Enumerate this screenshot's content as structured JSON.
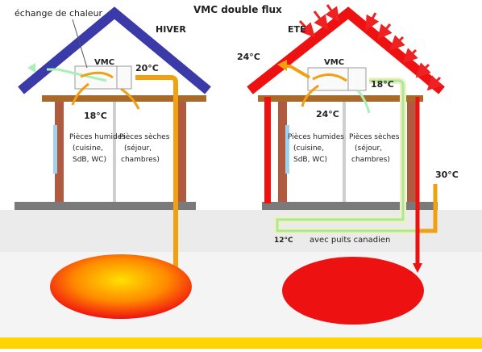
{
  "title": "VMC double flux",
  "heat_exchange_label": "échange de chaleur",
  "winter": {
    "season": "HIVER",
    "vmc": "VMC",
    "temp_supply": "20°C",
    "temp_exhaust": "18°C",
    "room_wet": [
      "Pièces humides",
      "(cuisine,",
      "SdB, WC)"
    ],
    "room_dry": [
      "Pièces sèches",
      "(séjour,",
      "chambres)"
    ]
  },
  "summer": {
    "season": "ETE",
    "vmc": "VMC",
    "temp_outside": "24°C",
    "temp_supply": "18°C",
    "temp_exhaust": "24°C",
    "temp_ground_out": "12°C",
    "temp_ground_in": "30°C",
    "room_wet": [
      "Pièces humides",
      "(cuisine,",
      "SdB, WC)"
    ],
    "room_dry": [
      "Pièces sèches",
      "(séjour,",
      "chambres)"
    ],
    "puits_label": "avec puits canadien"
  },
  "colors": {
    "winter_roof": "#3a3aa8",
    "summer_roof": "#ee1111",
    "wall_brick": "#b05a40",
    "beam": "#a86a2a",
    "cool_air": "#a8f0b8",
    "warm_air": "#f0a010",
    "ground_bar": "#ffd400"
  }
}
